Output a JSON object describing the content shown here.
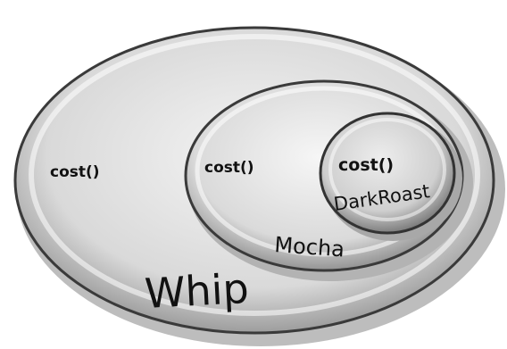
{
  "layers": {
    "outer": {
      "name": "Whip",
      "method": "cost()"
    },
    "middle": {
      "name": "Mocha",
      "method": "cost()"
    },
    "inner": {
      "name": "DarkRoast",
      "method": "cost()"
    }
  }
}
